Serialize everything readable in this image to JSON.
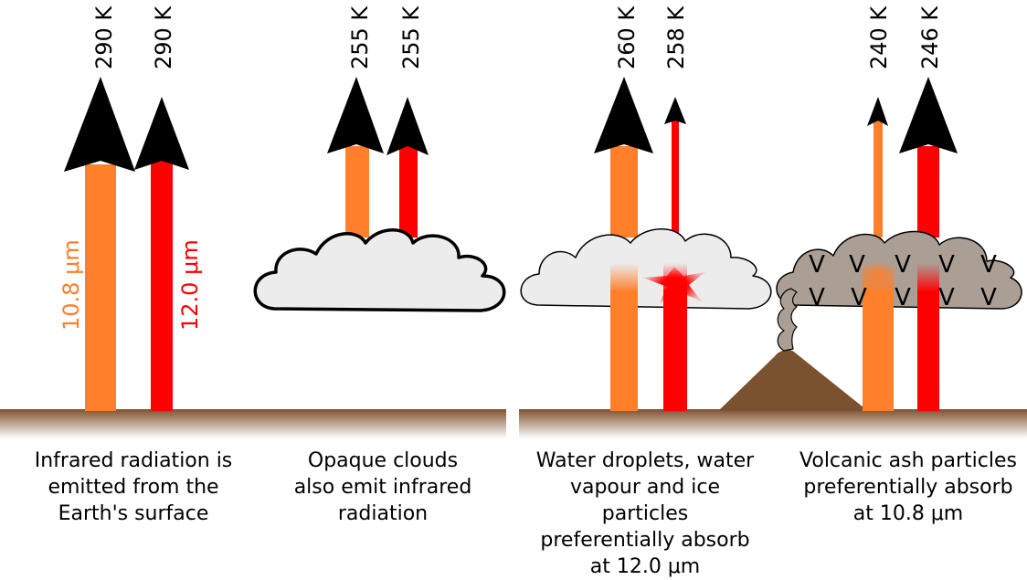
{
  "colors": {
    "orange_10_8": "#ff7f2a",
    "red_12_0": "#ff0000",
    "arrowhead": "#000000",
    "ground": "#7f5030",
    "cloud_fill": "#ececec",
    "ash_cloud_fill": "#ab9f95",
    "volcano": "#7a5230"
  },
  "icons": {
    "cloud": "cloud-icon",
    "volcano": "volcano-icon",
    "star": "absorption-star-icon",
    "ash": "ash-particle-icon"
  },
  "panels": [
    {
      "key": "surface",
      "caption": [
        "Infrared radiation is",
        "emitted from the",
        "Earth's surface"
      ],
      "orange_label": "10.8 μm",
      "red_label": "12.0 μm",
      "orange_temp": "290 K",
      "red_temp": "290 K"
    },
    {
      "key": "opaque",
      "caption": [
        "Opaque clouds",
        "also emit infrared",
        "radiation"
      ],
      "orange_temp": "255 K",
      "red_temp": "255 K"
    },
    {
      "key": "water",
      "caption": [
        "Water droplets, water",
        "vapour and ice particles",
        "preferentially absorb",
        "at 12.0 μm"
      ],
      "orange_temp": "260 K",
      "red_temp": "258 K"
    },
    {
      "key": "ash",
      "caption": [
        "Volcanic ash particles",
        "preferentially absorb",
        "at 10.8 μm"
      ],
      "orange_temp": "240 K",
      "red_temp": "246 K",
      "ash_symbol": "V"
    }
  ]
}
